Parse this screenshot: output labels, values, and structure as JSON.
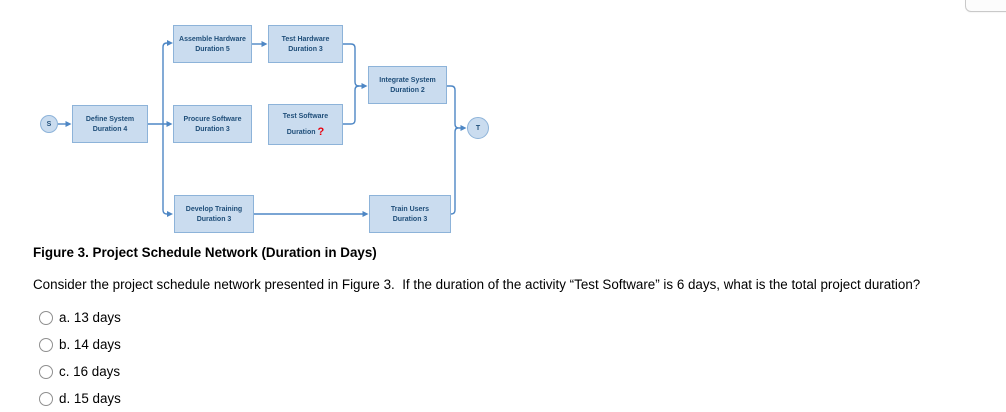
{
  "figure": {
    "caption": "Figure 3. Project Schedule Network (Duration in Days)",
    "diagram": {
      "start_label": "S",
      "end_label": "T",
      "nodes": [
        {
          "title": "Define System",
          "duration": "Duration 4"
        },
        {
          "title": "Assemble Hardware",
          "duration": "Duration 5"
        },
        {
          "title": "Test Hardware",
          "duration": "Duration 3"
        },
        {
          "title": "Procure Software",
          "duration": "Duration 3"
        },
        {
          "title": "Test Software",
          "duration": "Duration",
          "duration_value": "?"
        },
        {
          "title": "Integrate System",
          "duration": "Duration 2"
        },
        {
          "title": "Develop Training",
          "duration": "Duration 3"
        },
        {
          "title": "Train Users",
          "duration": "Duration 3"
        }
      ],
      "colors": {
        "node_fill": "#cadcef",
        "node_border": "#8db3d9",
        "node_text": "#1f4e79",
        "connector": "#4e87c5",
        "unknown_mark": "#e8000d"
      }
    }
  },
  "question": {
    "text": "Consider the project schedule network presented in Figure 3.  If the duration of the activity “Test Software” is 6 days, what is the total project duration?"
  },
  "options": [
    {
      "label": "a. 13 days"
    },
    {
      "label": "b. 14 days"
    },
    {
      "label": "c. 16 days"
    },
    {
      "label": "d. 15 days"
    }
  ]
}
